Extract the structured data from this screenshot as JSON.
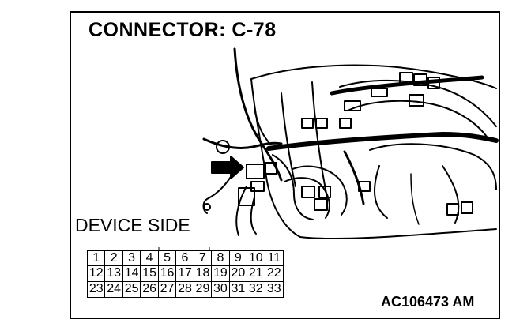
{
  "title": "CONNECTOR: C-78",
  "device_side_label": "DEVICE SIDE",
  "figure_code": "AC106473 AM",
  "connector_pins": [
    [
      "1",
      "2",
      "3",
      "4",
      "5",
      "6",
      "7",
      "8",
      "9",
      "10",
      "11"
    ],
    [
      "12",
      "13",
      "14",
      "15",
      "16",
      "17",
      "18",
      "19",
      "20",
      "21",
      "22"
    ],
    [
      "23",
      "24",
      "25",
      "26",
      "27",
      "28",
      "29",
      "30",
      "31",
      "32",
      "33"
    ]
  ]
}
